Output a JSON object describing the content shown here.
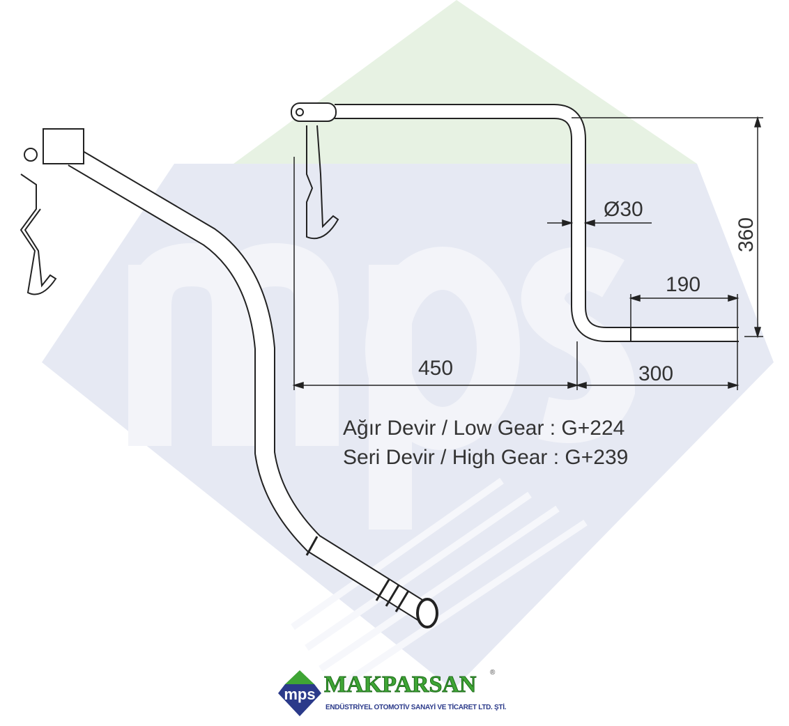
{
  "dimensions": {
    "diameter": "Ø30",
    "height": "360",
    "tip_length": "190",
    "offset_length": "450",
    "bottom_length": "300"
  },
  "gear_info": [
    {
      "label": "Ağır Devir / Low Gear : G+224"
    },
    {
      "label": "Seri Devir / High Gear : G+239"
    }
  ],
  "logo": {
    "mark": "mps",
    "brand": "MAKPARSAN",
    "registered": "®",
    "subtitle": "ENDÜSTRİYEL OTOMOTİV SANAYİ VE TİCARET LTD. ŞTİ."
  },
  "watermark": "mps",
  "colors": {
    "brand_green": "#3fa535",
    "brand_blue": "#2b3a8a",
    "watermark_blue": "#e5e8f2",
    "watermark_green": "#e6f2e1"
  }
}
